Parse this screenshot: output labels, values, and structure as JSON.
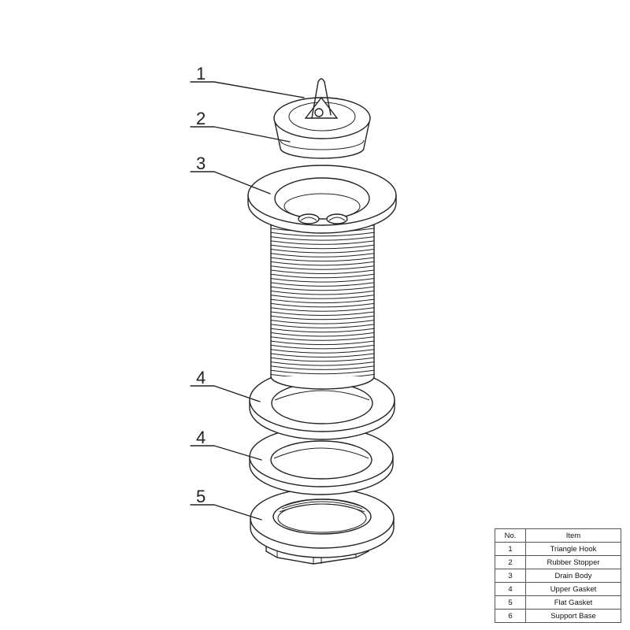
{
  "callouts": [
    {
      "number": "1"
    },
    {
      "number": "2"
    },
    {
      "number": "3"
    },
    {
      "number": "4"
    },
    {
      "number": "4"
    },
    {
      "number": "5"
    }
  ],
  "parts_table": {
    "headers": {
      "no": "No.",
      "item": "Item"
    },
    "rows": [
      {
        "no": "1",
        "item": "Triangle Hook"
      },
      {
        "no": "2",
        "item": "Rubber Stopper"
      },
      {
        "no": "3",
        "item": "Drain Body"
      },
      {
        "no": "4",
        "item": "Upper Gasket"
      },
      {
        "no": "5",
        "item": "Flat Gasket"
      },
      {
        "no": "6",
        "item": "Support Base"
      }
    ]
  }
}
